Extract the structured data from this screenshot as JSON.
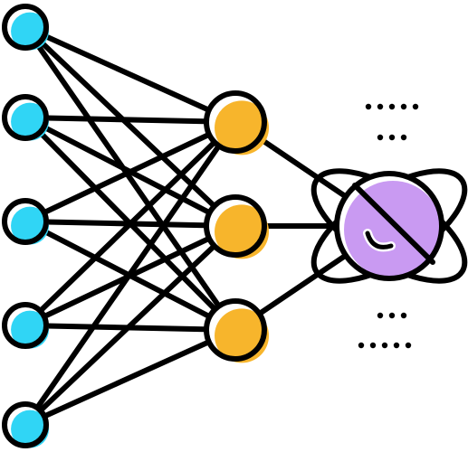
{
  "diagram": {
    "kind": "neural-network-icon",
    "layers": [
      {
        "name": "input",
        "node_count": 5,
        "node_color": "#30D5F5"
      },
      {
        "name": "hidden",
        "node_count": 3,
        "node_color": "#F7B52C"
      },
      {
        "name": "output",
        "node_count": 1,
        "node_color": "#C99AF2",
        "icon": "atom-icon"
      }
    ],
    "connections": "fully-connected",
    "outline_color": "#000000",
    "background_color": "#FFFFFF",
    "decorations": [
      "ellipsis-dots-top",
      "ellipsis-dots-bottom"
    ]
  }
}
